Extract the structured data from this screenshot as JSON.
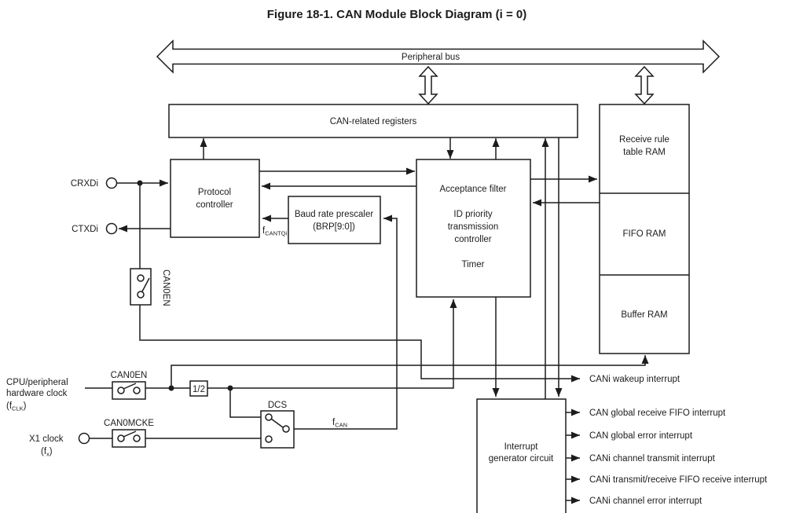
{
  "title": "Figure 18-1.  CAN Module Block Diagram (i = 0)",
  "bus_label": "Peripheral bus",
  "registers_label": "CAN-related registers",
  "protocol_controller": {
    "line1": "Protocol",
    "line2": "controller"
  },
  "baud_rate_prescaler": {
    "line1": "Baud rate prescaler",
    "line2": "(BRP[9:0])"
  },
  "acceptance_filter": {
    "line1": "Acceptance filter",
    "line2": "ID priority",
    "line3": "transmission",
    "line4": "controller",
    "line5": "Timer"
  },
  "ram": {
    "receive_rule_line1": "Receive rule",
    "receive_rule_line2": "table RAM",
    "fifo": "FIFO RAM",
    "buffer": "Buffer RAM"
  },
  "interrupt_generator": {
    "line1": "Interrupt",
    "line2": "generator circuit"
  },
  "pins": {
    "crxdi": "CRXDi",
    "ctxdi": "CTXDi"
  },
  "switches": {
    "can0en_signal": "CAN0EN",
    "can0en_clock": "CAN0EN",
    "can0mcke": "CAN0MCKE",
    "dcs": "DCS"
  },
  "clocks": {
    "cpu_line1": "CPU/peripheral",
    "cpu_line2": "hardware clock",
    "fclk_pre": "(f",
    "fclk_sub": "CLK",
    "fclk_post": ")",
    "x1_label": "X1 clock",
    "fx_pre": "(f",
    "fx_sub": "x",
    "fx_post": ")",
    "fcan_pre": "f",
    "fcan_sub": "CAN",
    "fcantqi_pre": "f",
    "fcantqi_sub": "CANTQi",
    "divider": "1/2"
  },
  "interrupts": [
    "CANi wakeup interrupt",
    "CAN global receive FIFO interrupt",
    "CAN global error interrupt",
    "CANi channel transmit interrupt",
    "CANi transmit/receive FIFO receive interrupt",
    "CANi channel error interrupt"
  ],
  "colors": {
    "line": "#1c1c1c",
    "background": "#ffffff"
  }
}
